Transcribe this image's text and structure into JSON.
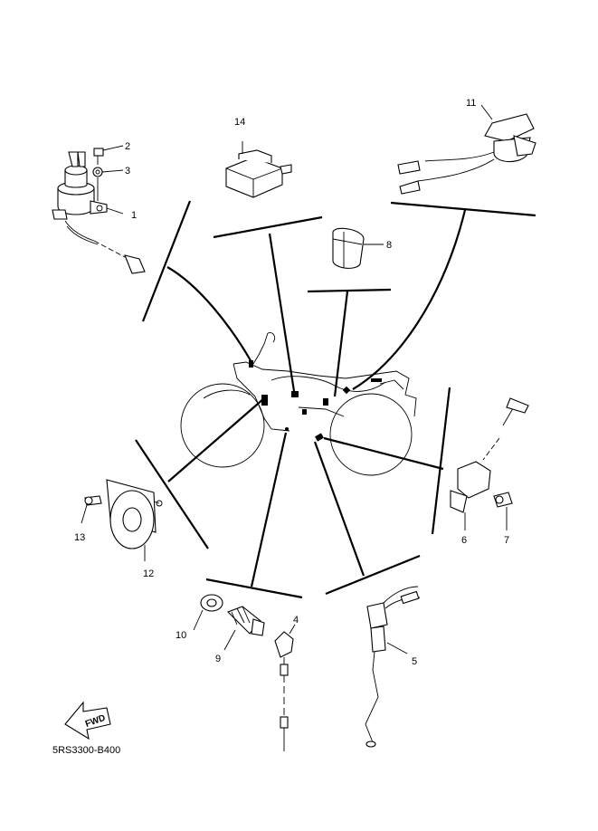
{
  "diagram": {
    "part_labels": {
      "p1": "1",
      "p2": "2",
      "p3": "3",
      "p4": "4",
      "p5": "5",
      "p6": "6",
      "p7": "7",
      "p8": "8",
      "p9": "9",
      "p10": "10",
      "p11": "11",
      "p12": "12",
      "p13": "13",
      "p14": "14"
    },
    "fwd_label": "FWD",
    "diagram_code": "5RS3300-B400"
  }
}
